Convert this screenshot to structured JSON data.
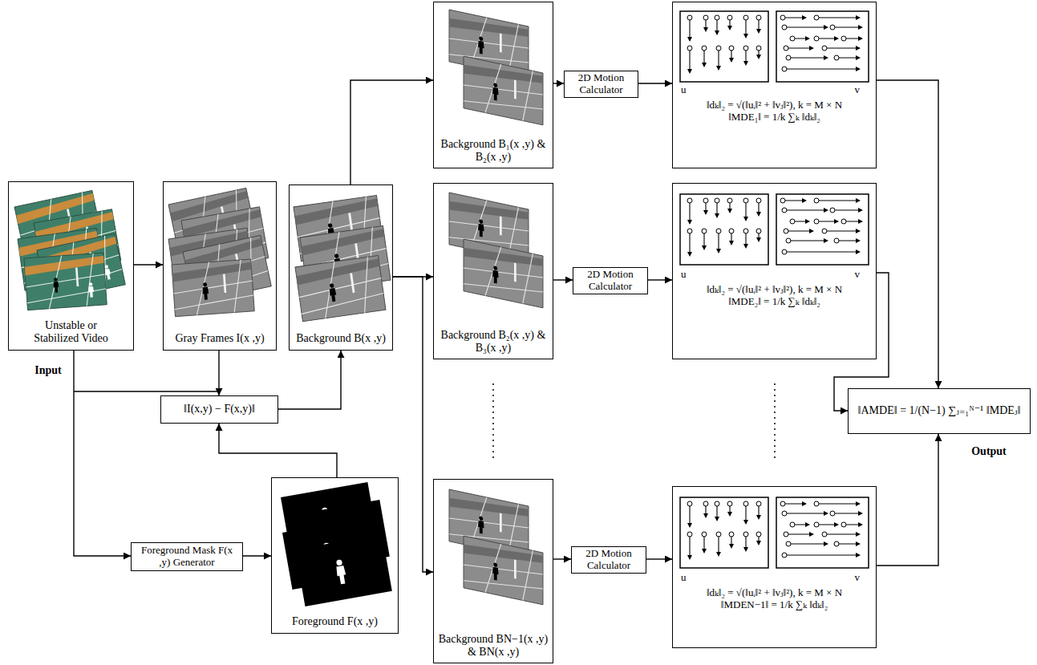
{
  "diagram": {
    "nodes": [
      {
        "text": [
          "Unstable or Stabilized Video"
        ]
      },
      {
        "text": [
          "Gray Frames I(x ,y)"
        ]
      },
      {
        "text": [
          "Background B(x ,y)"
        ]
      },
      {
        "text": [
          "‖I(x,y) − F(x,y)‖"
        ]
      },
      {
        "text": [
          "Foreground Mask F(x ,y) Generator"
        ]
      },
      {
        "text": [
          "Foreground F(x ,y)"
        ]
      },
      {
        "text": [
          "Background B₁(x ,y) & B₂(x ,y)"
        ]
      },
      {
        "text": [
          "2D Motion Calculator"
        ]
      },
      {
        "text": [
          "u⃗",
          "v⃗",
          "‖dₖ‖₂ = √(‖uᵢ‖² + ‖vⱼ‖²), k = M × N",
          "‖MDE₁‖ = 1/k ∑ₖ ‖dₖ‖₂"
        ]
      },
      {
        "text": [
          "Background B₂(x ,y) & B₃(x ,y)"
        ]
      },
      {
        "text": [
          "2D Motion Calculator"
        ]
      },
      {
        "text": [
          "u⃗",
          "v⃗",
          "‖dₖ‖₂ = √(‖uᵢ‖² + ‖vⱼ‖²), k = M × N",
          "‖MDE₂‖ = 1/k ∑ₖ ‖dₖ‖₂"
        ]
      },
      {
        "text": [
          "Background BN−1(x ,y) & BN(x ,y)"
        ]
      },
      {
        "text": [
          "2D Motion Calculator"
        ]
      },
      {
        "text": [
          "u⃗",
          "v⃗",
          "‖dₖ‖₂ = √(‖uᵢ‖² + ‖vⱼ‖²), k = M × N",
          "‖MDEN−1‖ = 1/k ∑ₖ ‖dₖ‖₂"
        ]
      },
      {
        "text": [
          "‖AMDE‖ = 1/(N−1) ∑ⱼ₌₁ᴺ⁻¹ ‖MDEⱼ‖"
        ]
      }
    ],
    "edges": [
      {
        "from": 0,
        "to": 1,
        "arrow": "to"
      },
      {
        "from": 1,
        "to": 3,
        "arrow": "to"
      },
      {
        "from": 0,
        "to": 4,
        "arrow": "to"
      },
      {
        "from": 3,
        "to": 2,
        "arrow": "to"
      },
      {
        "from": 5,
        "to": 3,
        "arrow": "to"
      },
      {
        "from": 4,
        "to": 5,
        "arrow": "to"
      },
      {
        "from": 2,
        "to": 6,
        "arrow": "to"
      },
      {
        "from": 2,
        "to": 9,
        "arrow": "to"
      },
      {
        "from": 2,
        "to": 12,
        "arrow": "to"
      },
      {
        "from": 6,
        "to": 7,
        "arrow": "to"
      },
      {
        "from": 7,
        "to": 8,
        "arrow": "to"
      },
      {
        "from": 9,
        "to": 10,
        "arrow": "to"
      },
      {
        "from": 10,
        "to": 11,
        "arrow": "to"
      },
      {
        "from": 12,
        "to": 13,
        "arrow": "to"
      },
      {
        "from": 13,
        "to": 14,
        "arrow": "to"
      },
      {
        "from": 8,
        "to": 15,
        "arrow": "to"
      },
      {
        "from": 11,
        "to": 15,
        "arrow": "to"
      },
      {
        "from": 14,
        "to": 15,
        "arrow": "to"
      }
    ],
    "labels": [
      "Input",
      "Output"
    ]
  }
}
